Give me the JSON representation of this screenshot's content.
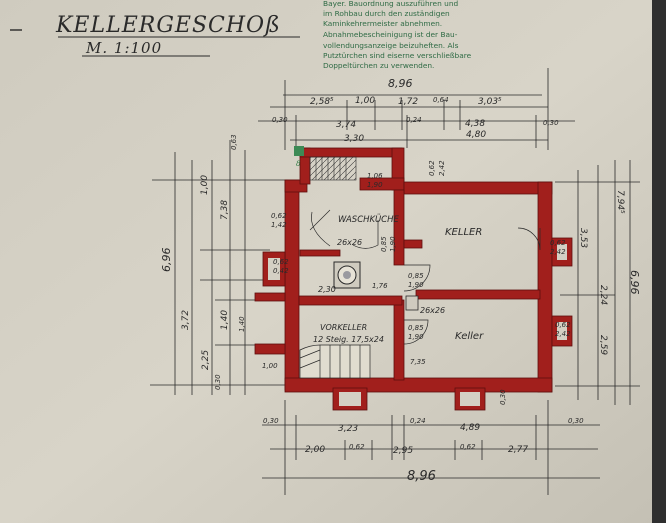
{
  "title": "KELLERGESCHOß",
  "scale": "M. 1:100",
  "stamp_text": [
    "Bayer. Bauordnung auszuführen und",
    "im Rohbau durch den zuständigen",
    "Kaminkehrermeister abnehmen.",
    "Abnahmebescheinigung ist der Bau-",
    "vollendungsanzeige beizuheften. Als",
    "Putztürchen sind eiserne verschließbare",
    "Doppeltürchen zu verwenden."
  ],
  "rooms": {
    "waschkueche": "WASCHKÜCHE",
    "keller_top": "KELLER",
    "keller_bottom": "Keller",
    "vorkeller": "VORKELLER",
    "stair_note": "12 Steig. 17,5x24",
    "chimney": "26x26",
    "chimney2": "26x26"
  },
  "dims": {
    "overall_top": "8,96",
    "top_row": [
      "2,58⁵",
      "1,00",
      "1,72",
      "0,64",
      "3,03⁵"
    ],
    "second_row": [
      "0,30",
      "3,74",
      "0,24",
      "4,38",
      "0,30"
    ],
    "third_row": [
      "3,30",
      "4,80"
    ],
    "bottom_row1": [
      "0,30",
      "3,23",
      "0,24",
      "4,89",
      "0,30"
    ],
    "bottom_row2": [
      "2,00",
      "0,62",
      "2,95",
      "0,62",
      "2,77"
    ],
    "overall_bottom": "8,96",
    "left_overall": "6,96",
    "left_sub": [
      "3,72",
      "1,40",
      "2,25",
      "1,00",
      "7,38"
    ],
    "right_overall": "6,96",
    "right_sub": [
      "3,53",
      "2,24",
      "2,59",
      "7,94⁵"
    ],
    "openings": [
      "1,06",
      "1,90",
      "0,85",
      "1,90",
      "0,85",
      "1,90",
      "0,62",
      "2,42",
      "0,62",
      "0,42",
      "0,62",
      "1,42",
      "2,30",
      "1,76",
      "0,85",
      "1,90",
      "7,35",
      "1,00",
      "0,62",
      "2,42",
      "0,62",
      "2,42",
      "0,63",
      "1,40",
      "0,30",
      "0,30"
    ]
  },
  "colors": {
    "paper": "#d4d0c4",
    "wall": "#a11f1c",
    "ink": "#2a2a2a",
    "stamp_ink": "#2f6b45"
  },
  "icons": {
    "marker": "green-hatch-marker"
  }
}
